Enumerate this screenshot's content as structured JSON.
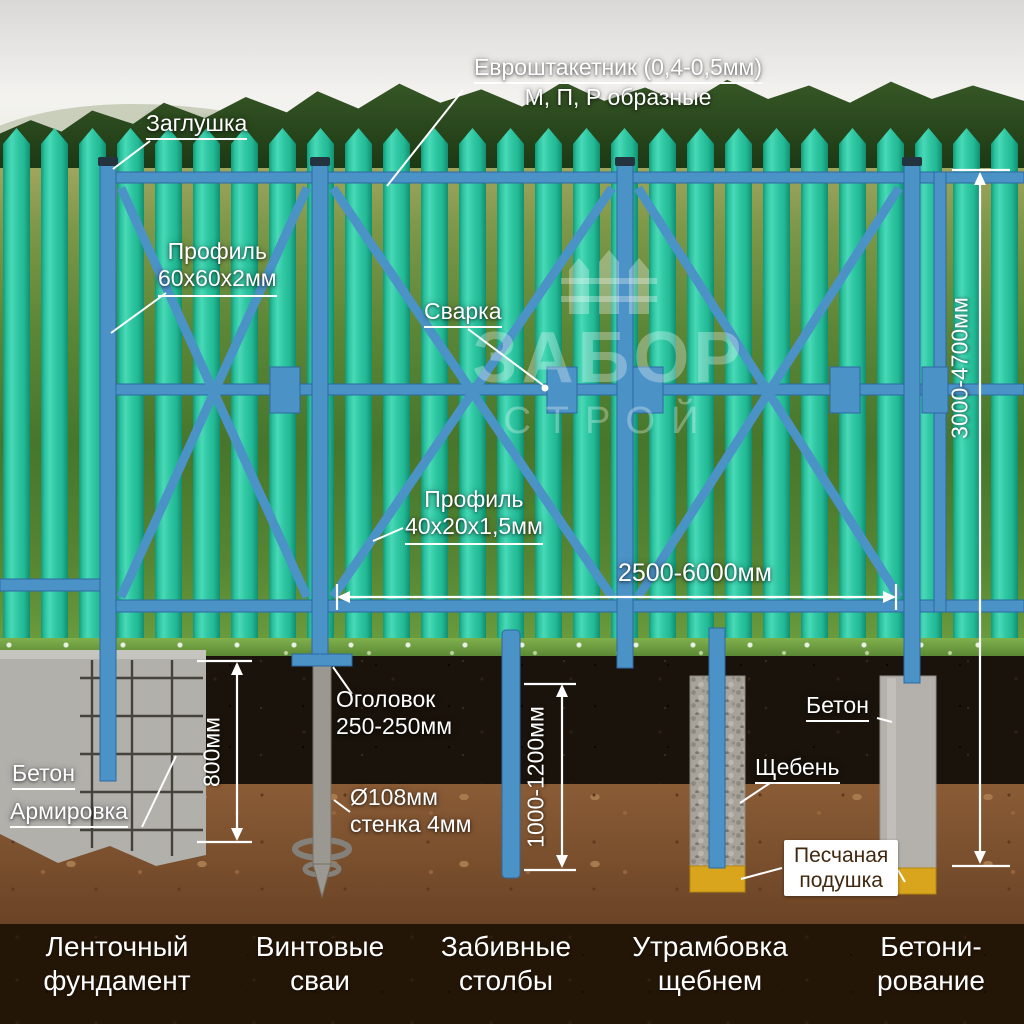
{
  "callouts": {
    "cap": "Заглушка",
    "picket_line1": "Евроштакетник (0,4-0,5мм)",
    "picket_line2": "М, П, Р образные",
    "post_profile_line1": "Профиль",
    "post_profile_line2": "60х60х2мм",
    "weld": "Сварка",
    "rail_profile_line1": "Профиль",
    "rail_profile_line2": "40х20х1,5мм",
    "head_line1": "Оголовок",
    "head_line2": "250-250мм",
    "pile_line1": "Ø108мм",
    "pile_line2": "стенка 4мм",
    "concrete_left": "Бетон",
    "rebar": "Армировка",
    "concrete_right": "Бетон",
    "gravel": "Щебень",
    "sand_line1": "Песчаная",
    "sand_line2": "подушка"
  },
  "dimensions": {
    "span": "2500-6000мм",
    "height": "3000-4700мм",
    "strip_depth": "800мм",
    "post_depth": "1000-1200мм"
  },
  "footer": [
    {
      "line1": "Ленточный",
      "line2": "фундамент"
    },
    {
      "line1": "Винтовые",
      "line2": "сваи"
    },
    {
      "line1": "Забивные",
      "line2": "столбы"
    },
    {
      "line1": "Утрамбовка",
      "line2": "щебнем"
    },
    {
      "line1": "Бетони-",
      "line2": "рование"
    }
  ],
  "watermark": {
    "line1": "ЗАБОР",
    "line2": "СТРОЙ"
  },
  "colors": {
    "picket_teal": "#2fc7a3",
    "frame_blue": "#4b92c6",
    "sand_yellow": "#d8a51d",
    "concrete_gray": "#b2b0ab",
    "label_white": "#ffffff"
  }
}
